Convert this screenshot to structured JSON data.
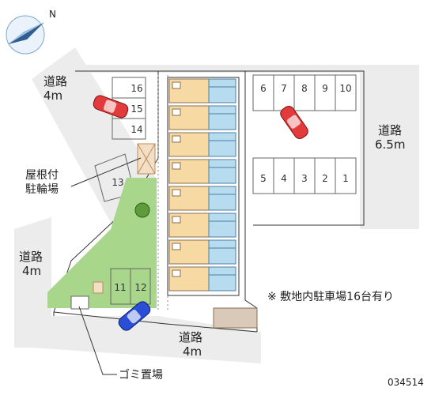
{
  "compass": {
    "north_letter": "N"
  },
  "roads": {
    "top_left": {
      "name": "道路",
      "width": "4m"
    },
    "right": {
      "name": "道路",
      "width": "6.5m"
    },
    "left": {
      "name": "道路",
      "width": "4m"
    },
    "bottom": {
      "name": "道路",
      "width": "4m"
    }
  },
  "parking": {
    "left_column": [
      "16",
      "15",
      "14",
      "13"
    ],
    "bottom_left": [
      "11",
      "12"
    ],
    "right_top_row": [
      "6",
      "7",
      "8",
      "9",
      "10"
    ],
    "right_bottom_row": [
      "5",
      "4",
      "3",
      "2",
      "1"
    ]
  },
  "labels": {
    "bicycle_line1": "屋根付",
    "bicycle_line2": "駐輪場",
    "garbage": "ゴミ置場",
    "note": "※ 敷地内駐車場16台有り",
    "property_code": "034514"
  },
  "building": {
    "units_per_side": 8
  },
  "colors": {
    "road": "#ececec",
    "unit_room": "#f7d9a4",
    "unit_bath": "#b8dcef",
    "green": "#a8d68a",
    "car_red": "#e33b3b",
    "car_blue": "#2a4fd6"
  }
}
